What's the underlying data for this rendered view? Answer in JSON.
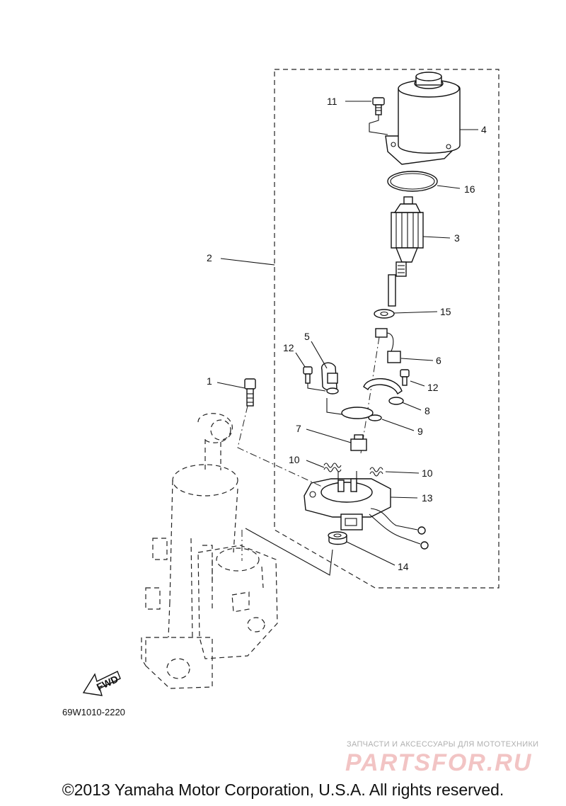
{
  "diagram": {
    "callouts": {
      "c1": "1",
      "c2": "2",
      "c3": "3",
      "c4": "4",
      "c5": "5",
      "c6": "6",
      "c7": "7",
      "c8": "8",
      "c9": "9",
      "c10a": "10",
      "c10b": "10",
      "c11": "11",
      "c12a": "12",
      "c12b": "12",
      "c13": "13",
      "c14": "14",
      "c15": "15",
      "c16": "16"
    },
    "fwd_label": "FWD",
    "drawing_code": "69W1010-2220"
  },
  "footer": {
    "copyright": "©2013 Yamaha Motor Corporation, U.S.A. All rights reserved."
  },
  "watermark": {
    "line1": "ЗАПЧАСТИ И АКСЕССУАРЫ ДЛЯ МОТОТЕХНИКИ",
    "brand": "PARTSFOR.RU"
  }
}
